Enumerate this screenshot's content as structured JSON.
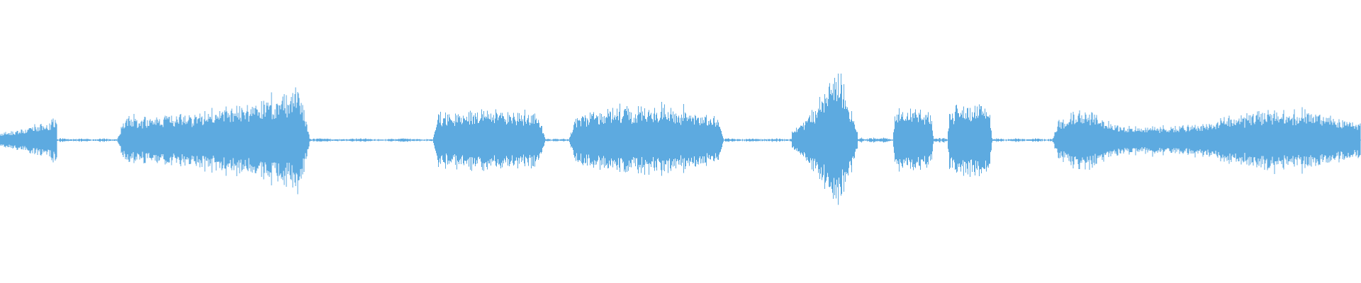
{
  "waveform": {
    "color": "#5DAAE0",
    "background": "#FFFFFF",
    "duration_fraction_segments": [
      {
        "start": 0.0,
        "end": 0.042,
        "peak": 0.16,
        "shape": "rise"
      },
      {
        "start": 0.042,
        "end": 0.086,
        "peak": 0.02,
        "shape": "flat"
      },
      {
        "start": 0.086,
        "end": 0.228,
        "peak": 0.37,
        "shape": "swell"
      },
      {
        "start": 0.228,
        "end": 0.318,
        "peak": 0.02,
        "shape": "flat"
      },
      {
        "start": 0.318,
        "end": 0.401,
        "peak": 0.22,
        "shape": "block"
      },
      {
        "start": 0.401,
        "end": 0.418,
        "peak": 0.02,
        "shape": "flat"
      },
      {
        "start": 0.418,
        "end": 0.532,
        "peak": 0.24,
        "shape": "dome"
      },
      {
        "start": 0.532,
        "end": 0.582,
        "peak": 0.02,
        "shape": "flat"
      },
      {
        "start": 0.582,
        "end": 0.63,
        "peak": 0.52,
        "shape": "spike"
      },
      {
        "start": 0.63,
        "end": 0.656,
        "peak": 0.03,
        "shape": "flat"
      },
      {
        "start": 0.656,
        "end": 0.686,
        "peak": 0.22,
        "shape": "block"
      },
      {
        "start": 0.686,
        "end": 0.696,
        "peak": 0.03,
        "shape": "flat"
      },
      {
        "start": 0.696,
        "end": 0.729,
        "peak": 0.26,
        "shape": "block"
      },
      {
        "start": 0.729,
        "end": 0.773,
        "peak": 0.02,
        "shape": "flat"
      },
      {
        "start": 0.773,
        "end": 1.0,
        "peak": 0.22,
        "shape": "wide"
      }
    ]
  }
}
